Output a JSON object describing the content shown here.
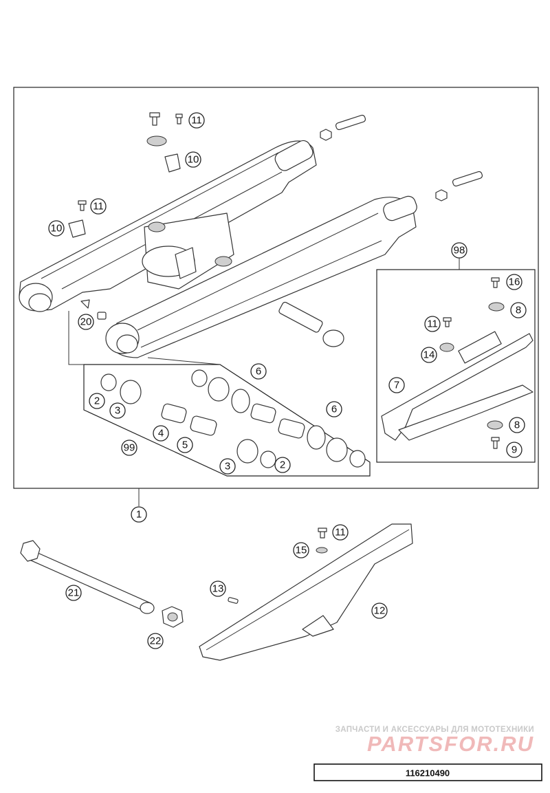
{
  "drawing_number": "116210490",
  "watermark": {
    "tagline": "ЗАПЧАСТИ И АКСЕССУАРЫ ДЛЯ МОТОТЕХНИКИ",
    "logo_text": "PARTSFOR.RU"
  },
  "callouts": {
    "c11a": "11",
    "c10a": "10",
    "c11b": "11",
    "c10b": "10",
    "c20": "20",
    "c2a": "2",
    "c3a": "3",
    "c4": "4",
    "c5": "5",
    "c99": "99",
    "c6a": "6",
    "c6b": "6",
    "c3b": "3",
    "c2b": "2",
    "c98": "98",
    "c16": "16",
    "c8a": "8",
    "c11c": "11",
    "c14": "14",
    "c7": "7",
    "c8b": "8",
    "c9": "9",
    "c1": "1",
    "c11d": "11",
    "c15": "15",
    "c13": "13",
    "c12": "12",
    "c21": "21",
    "c22": "22"
  }
}
